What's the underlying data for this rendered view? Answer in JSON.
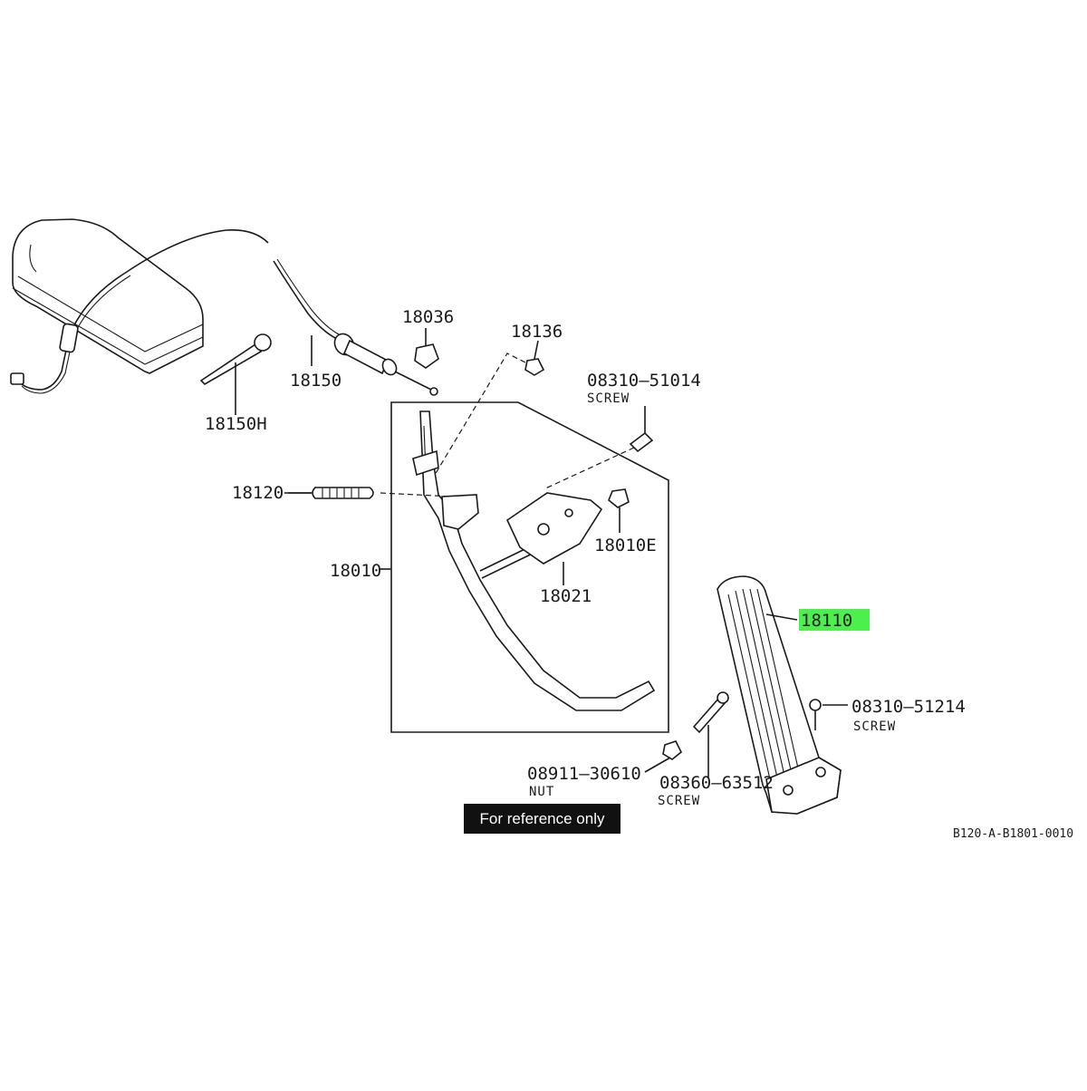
{
  "parts": {
    "p18036": "18036",
    "p18136": "18136",
    "p08310_51014": "08310—51014",
    "p08310_51014_sub": "SCREW",
    "p18150": "18150",
    "p18150H": "18150H",
    "p18120": "18120",
    "p18010": "18010",
    "p18010E": "18010E",
    "p18021": "18021",
    "p18110": "18110",
    "p08310_51214": "08310—51214",
    "p08310_51214_sub": "SCREW",
    "p08911_30610": "08911—30610",
    "p08911_30610_sub": "NUT",
    "p08360_63512": "08360—63512",
    "p08360_63512_sub": "SCREW"
  },
  "highlight_color": "#4cf04c",
  "badge": {
    "text": "For reference only"
  },
  "diagram_code": "B120-A-B1801-0010"
}
